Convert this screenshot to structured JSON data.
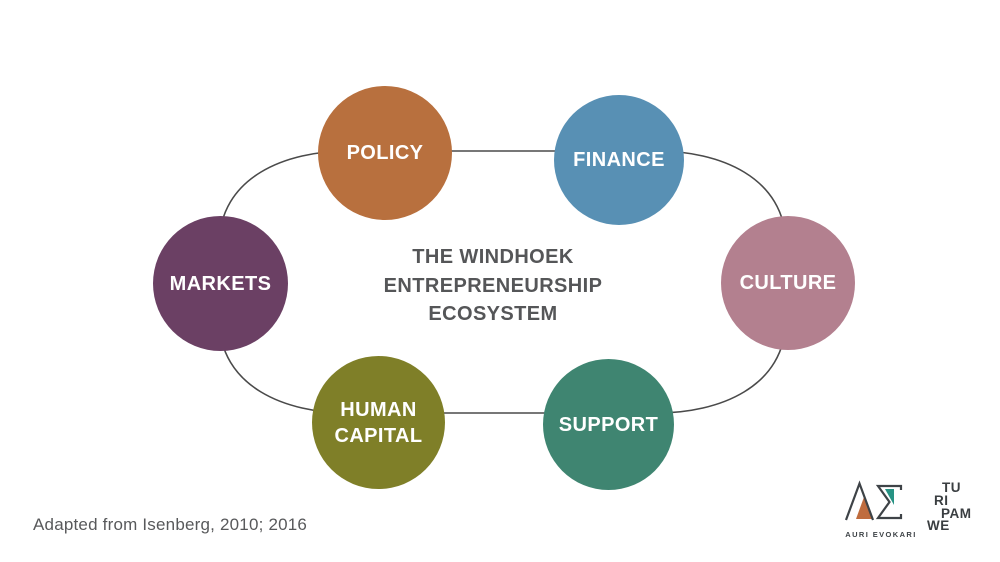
{
  "slide": {
    "title_lines": [
      "THE WINDHOEK",
      "ENTREPRENEURSHIP",
      "ECOSYSTEM"
    ],
    "attribution": "Adapted from Isenberg, 2010; 2016"
  },
  "ecosystem": {
    "center_label": "THE WINDHOEK ENTREPRENEURSHIP ECOSYSTEM",
    "connector_color": "#4a4a4a",
    "domains": [
      {
        "id": "policy",
        "label": "POLICY",
        "color": "#b8703e"
      },
      {
        "id": "finance",
        "label": "FINANCE",
        "color": "#5890b4"
      },
      {
        "id": "markets",
        "label": "MARKETS",
        "color": "#6b4064"
      },
      {
        "id": "culture",
        "label": "CULTURE",
        "color": "#b3808f"
      },
      {
        "id": "human-capital",
        "label": "HUMAN CAPITAL",
        "color": "#7f7f28"
      },
      {
        "id": "support",
        "label": "SUPPORT",
        "color": "#3f8571"
      }
    ]
  },
  "logos": {
    "auri_evokari": {
      "label": "AURI EVOKARI",
      "outline_color": "#3e4347",
      "orange_color": "#bf6c3e",
      "teal_color": "#279384"
    },
    "turipamwe": {
      "name": "TURIPAMWE",
      "lines": [
        "TU",
        "RI",
        "PAM",
        "WE"
      ]
    }
  },
  "colors": {
    "background": "#ffffff",
    "title_text": "#555658",
    "attribution_text": "#58595b"
  }
}
